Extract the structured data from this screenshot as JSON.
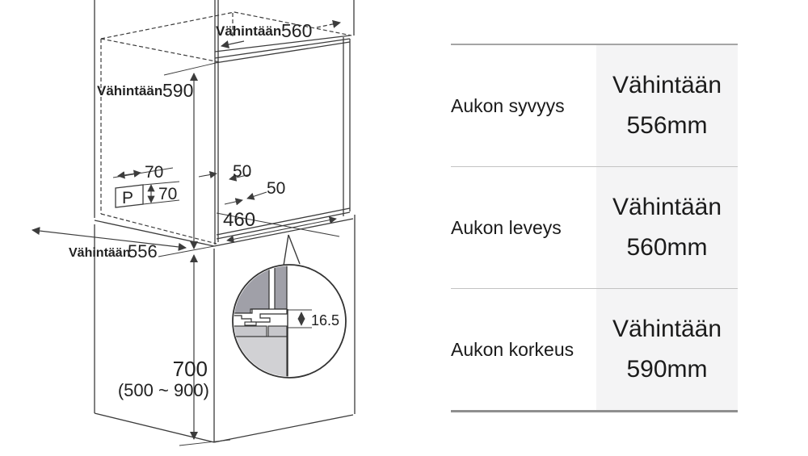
{
  "diagram": {
    "min_width_label": "Vähintään",
    "min_width_value": "560",
    "min_height_label": "Vähintään",
    "min_height_value": "590",
    "min_depth_label": "Vähintään",
    "min_depth_value": "556",
    "plug_symbol": "P",
    "plug_width": "70",
    "plug_height": "70",
    "clearance_side": "50",
    "clearance_front": "50",
    "inner_width": "460",
    "base_height": "700",
    "base_height_range": "(500 ~ 900)",
    "panel_gap": "16.5"
  },
  "colors": {
    "line": "#3c3c3c",
    "panel_dark": "#a0a0a8",
    "slab_mid": "#c7c7cb",
    "slab_light": "#d1d1d4",
    "value_cell_bg": "#f4f4f5",
    "rule_gray": "#a5a5a5"
  },
  "table": {
    "rows": [
      {
        "label": "Aukon syvyys",
        "value_label": "Vähintään",
        "value": "556mm"
      },
      {
        "label": "Aukon leveys",
        "value_label": "Vähintään",
        "value": "560mm"
      },
      {
        "label": "Aukon korkeus",
        "value_label": "Vähintään",
        "value": "590mm"
      }
    ]
  }
}
